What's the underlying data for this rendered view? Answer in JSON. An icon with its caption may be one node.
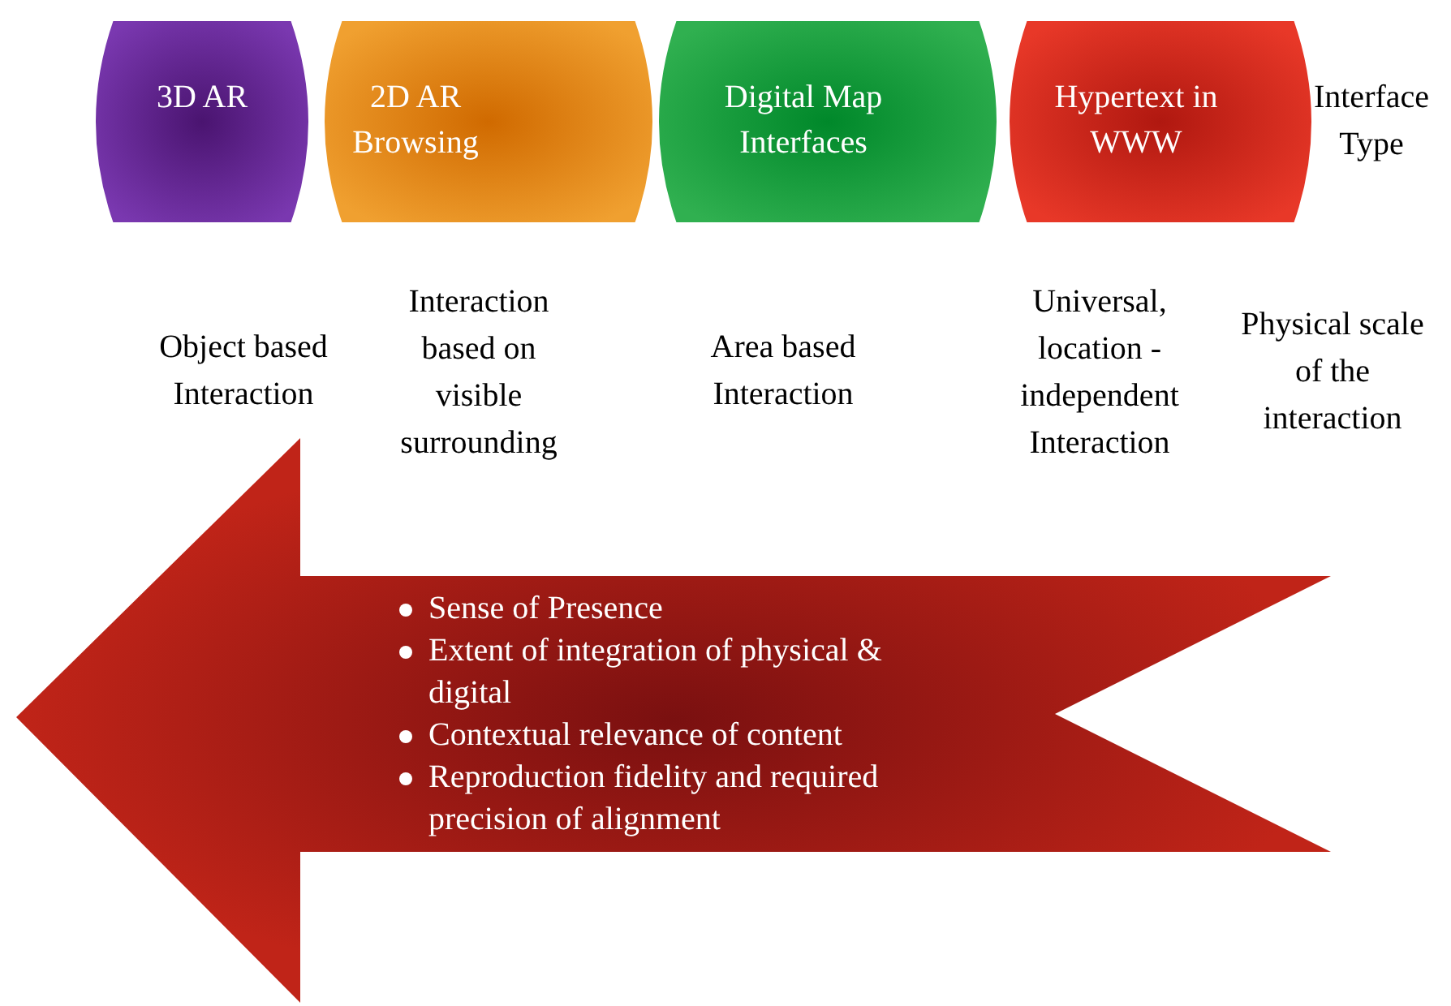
{
  "diagram": {
    "nodes": [
      {
        "text": [
          "3D AR"
        ]
      },
      {
        "text": [
          "2D AR Browsing"
        ]
      },
      {
        "text": [
          "Digital Map Interfaces"
        ]
      },
      {
        "text": [
          "Hypertext in WWW"
        ]
      },
      {
        "text": [
          "Sense of Presence",
          "Extent of integration of physical & digital",
          "Contextual relevance of content",
          "Reproduction fidelity and required precision of alignment"
        ]
      }
    ],
    "labels": [
      "Interface Type",
      "Interaction based on visible surrounding",
      "Universal, location - independent Interaction",
      "Physical scale of the interaction",
      "Object based Interaction",
      "Area based Interaction"
    ]
  }
}
